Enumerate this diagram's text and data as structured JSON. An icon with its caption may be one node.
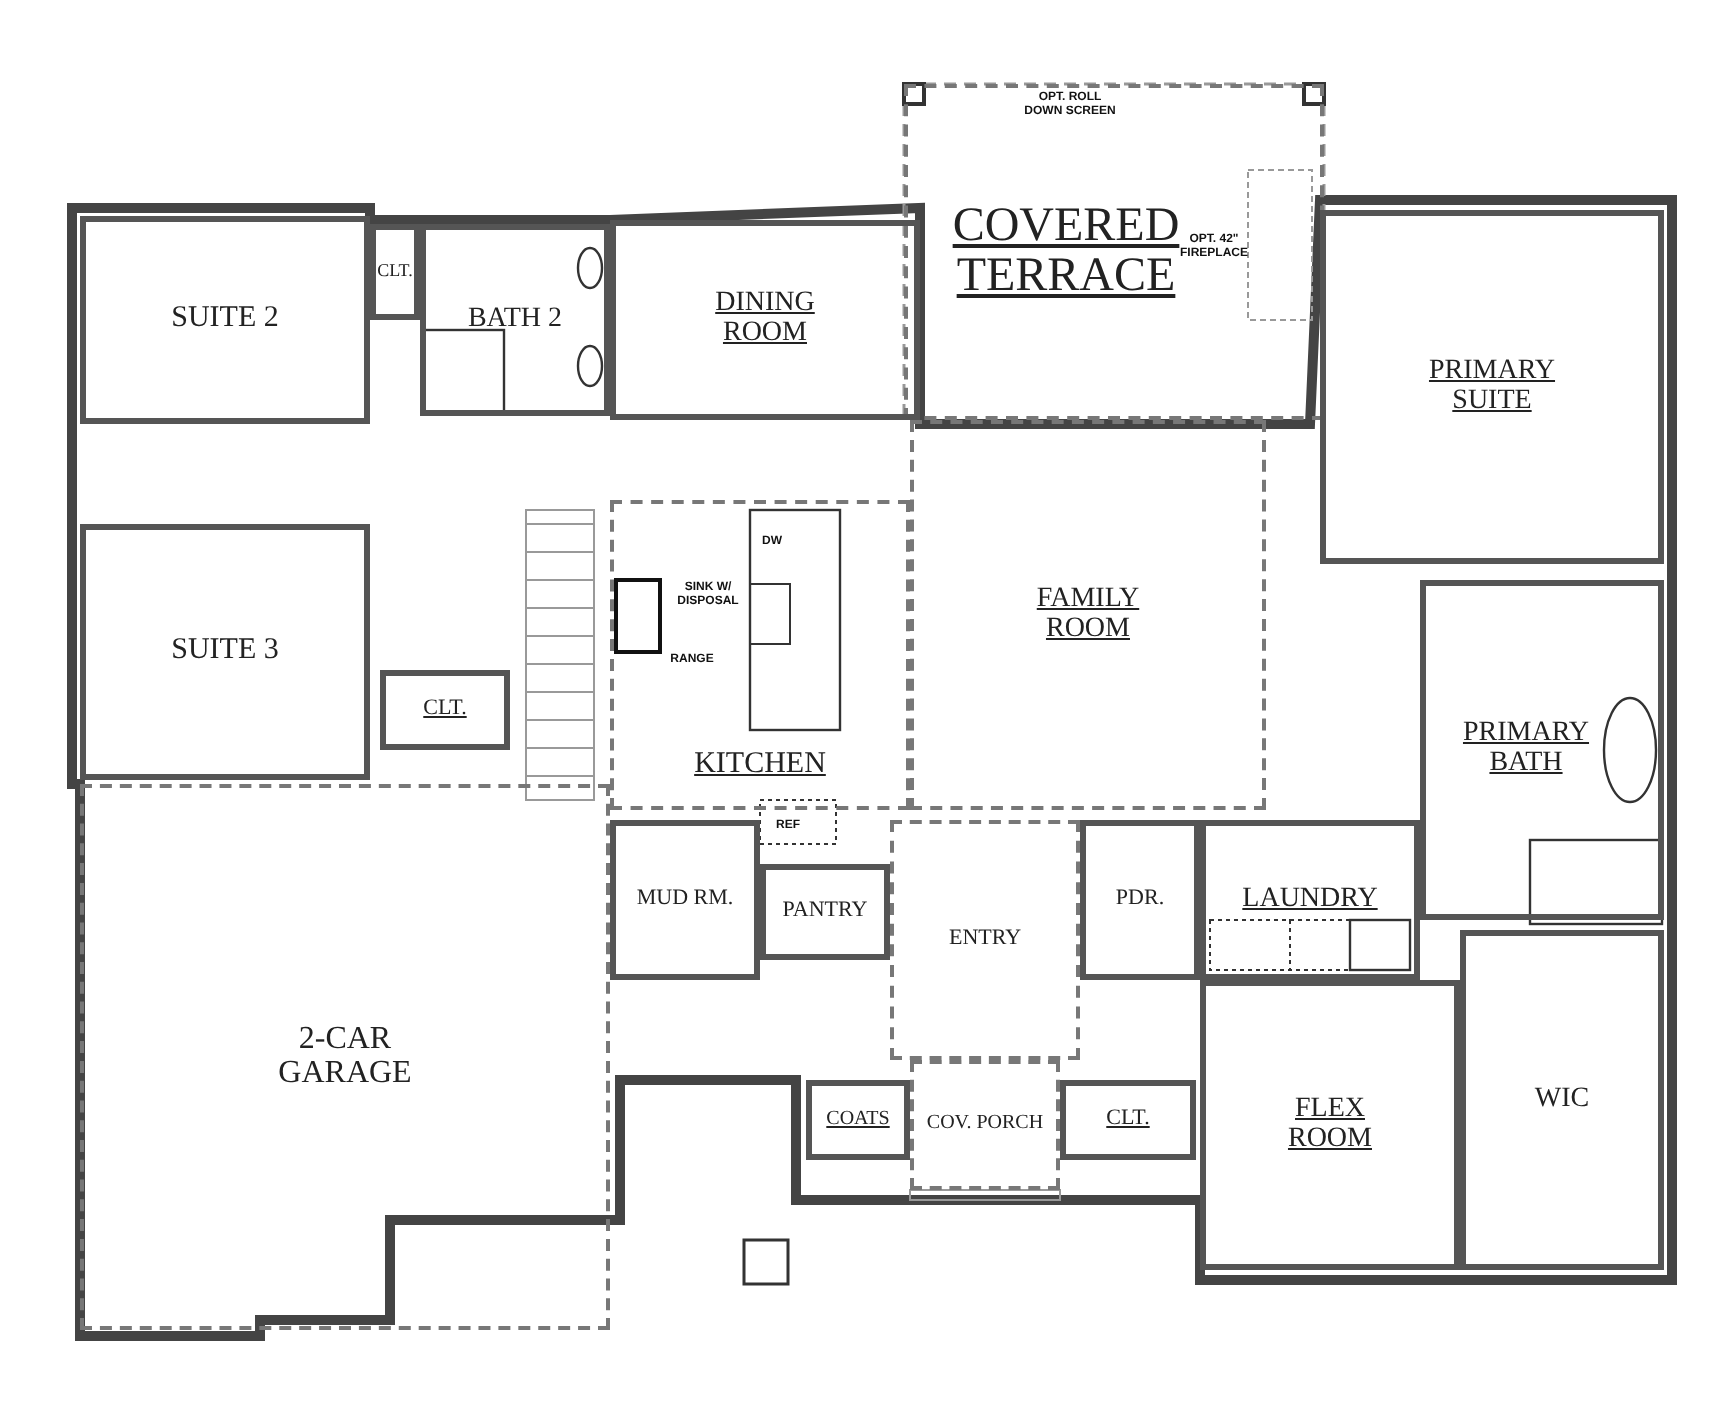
{
  "diagram": {
    "nodes": [
      {
        "text": [
          "COVERED TERRACE"
        ]
      },
      {
        "text": [
          "SUITE 2"
        ]
      },
      {
        "text": [
          "CLT."
        ]
      },
      {
        "text": [
          "BATH 2"
        ]
      },
      {
        "text": [
          "DINING ROOM"
        ]
      },
      {
        "text": [
          "PRIMARY SUITE"
        ]
      },
      {
        "text": [
          "FAMILY ROOM"
        ]
      },
      {
        "text": [
          "SUITE 3"
        ]
      },
      {
        "text": [
          "CLT."
        ]
      },
      {
        "text": [
          "KITCHEN"
        ]
      },
      {
        "text": [
          "PRIMARY BATH"
        ]
      },
      {
        "text": [
          "MUD RM."
        ]
      },
      {
        "text": [
          "PANTRY"
        ]
      },
      {
        "text": [
          "ENTRY"
        ]
      },
      {
        "text": [
          "PDR."
        ]
      },
      {
        "text": [
          "LAUNDRY"
        ]
      },
      {
        "text": [
          "2-CAR GARAGE"
        ]
      },
      {
        "text": [
          "COATS"
        ]
      },
      {
        "text": [
          "COV. PORCH"
        ]
      },
      {
        "text": [
          "CLT."
        ]
      },
      {
        "text": [
          "FLEX ROOM"
        ]
      },
      {
        "text": [
          "WIC"
        ]
      }
    ],
    "edges": [],
    "labels": [
      "OPT. ROLL DOWN SCREEN",
      "OPT. 42\" FIREPLACE",
      "DW",
      "SINK W/ DISPOSAL",
      "RANGE",
      "REF"
    ]
  }
}
